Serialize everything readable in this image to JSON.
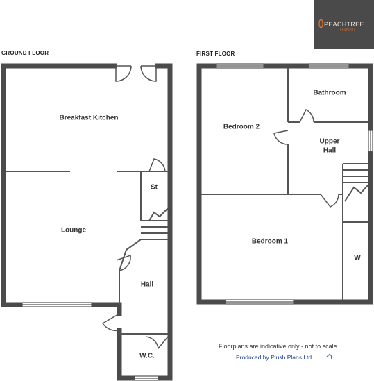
{
  "logo": {
    "name": "PEACHTREE",
    "sub": "PROPERTY",
    "background": "#4a4a4a",
    "accent": "#e8722c"
  },
  "ground_floor": {
    "title": "GROUND FLOOR",
    "rooms": {
      "breakfast_kitchen": "Breakfast Kitchen",
      "store": "St",
      "lounge": "Lounge",
      "hall": "Hall",
      "wc": "W.C."
    }
  },
  "first_floor": {
    "title": "FIRST FLOOR",
    "rooms": {
      "bathroom": "Bathroom",
      "bedroom_2": "Bedroom 2",
      "upper_hall_line1": "Upper",
      "upper_hall_line2": "Hall",
      "bedroom_1": "Bedroom 1",
      "wardrobe": "W"
    }
  },
  "footer": {
    "disclaimer": "Floorplans are indicative only - not to scale",
    "credit": "Produced by Plush Plans Ltd",
    "credit_icon": "house-icon"
  },
  "colors": {
    "wall": "#4b4b4b",
    "inner_line": "#555555",
    "credit_text": "#1a3e8c"
  }
}
